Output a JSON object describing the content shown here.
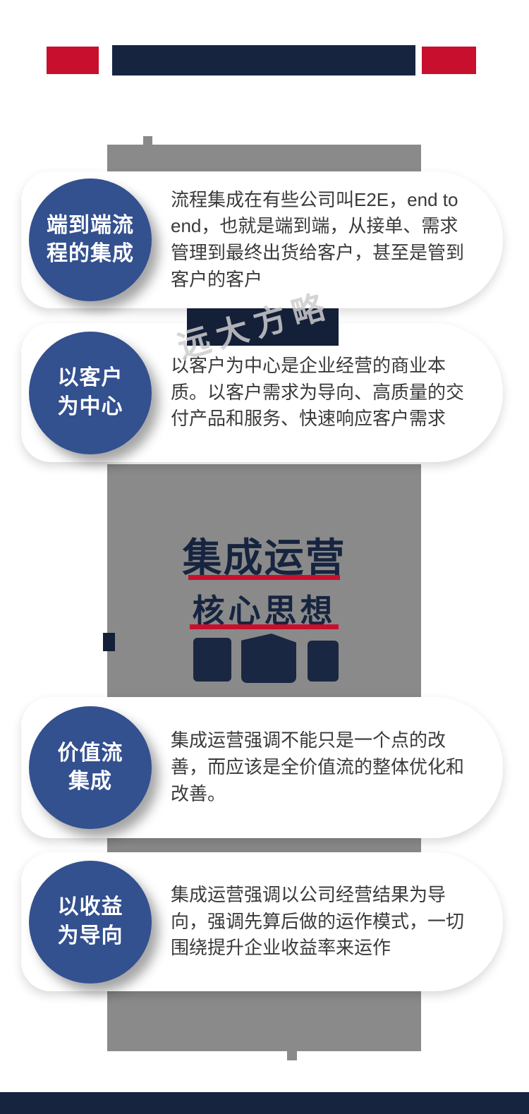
{
  "colors": {
    "accent_red": "#c8102e",
    "navy": "#16243f",
    "circle_blue": "#33508f",
    "connector_gray": "#8a8a8a"
  },
  "watermark": "远大方略",
  "title": {
    "line1": "集成运营",
    "line2": "核心思想"
  },
  "sections": [
    {
      "circle_label": "端到端流\n程的集成",
      "description": "流程集成在有些公司叫E2E，end to end，也就是端到端，从接单、需求管理到最终出货给客户，甚至是管到客户的客户"
    },
    {
      "circle_label": "以客户\n为中心",
      "description": "以客户为中心是企业经营的商业本质。以客户需求为导向、高质量的交付产品和服务、快速响应客户需求"
    },
    {
      "circle_label": "价值流\n集成",
      "description": "集成运营强调不能只是一个点的改善，而应该是全价值流的整体优化和改善。"
    },
    {
      "circle_label": "以收益\n为导向",
      "description": "集成运营强调以公司经营结果为导向，强调先算后做的运作模式，一切围绕提升企业收益率来运作"
    }
  ]
}
